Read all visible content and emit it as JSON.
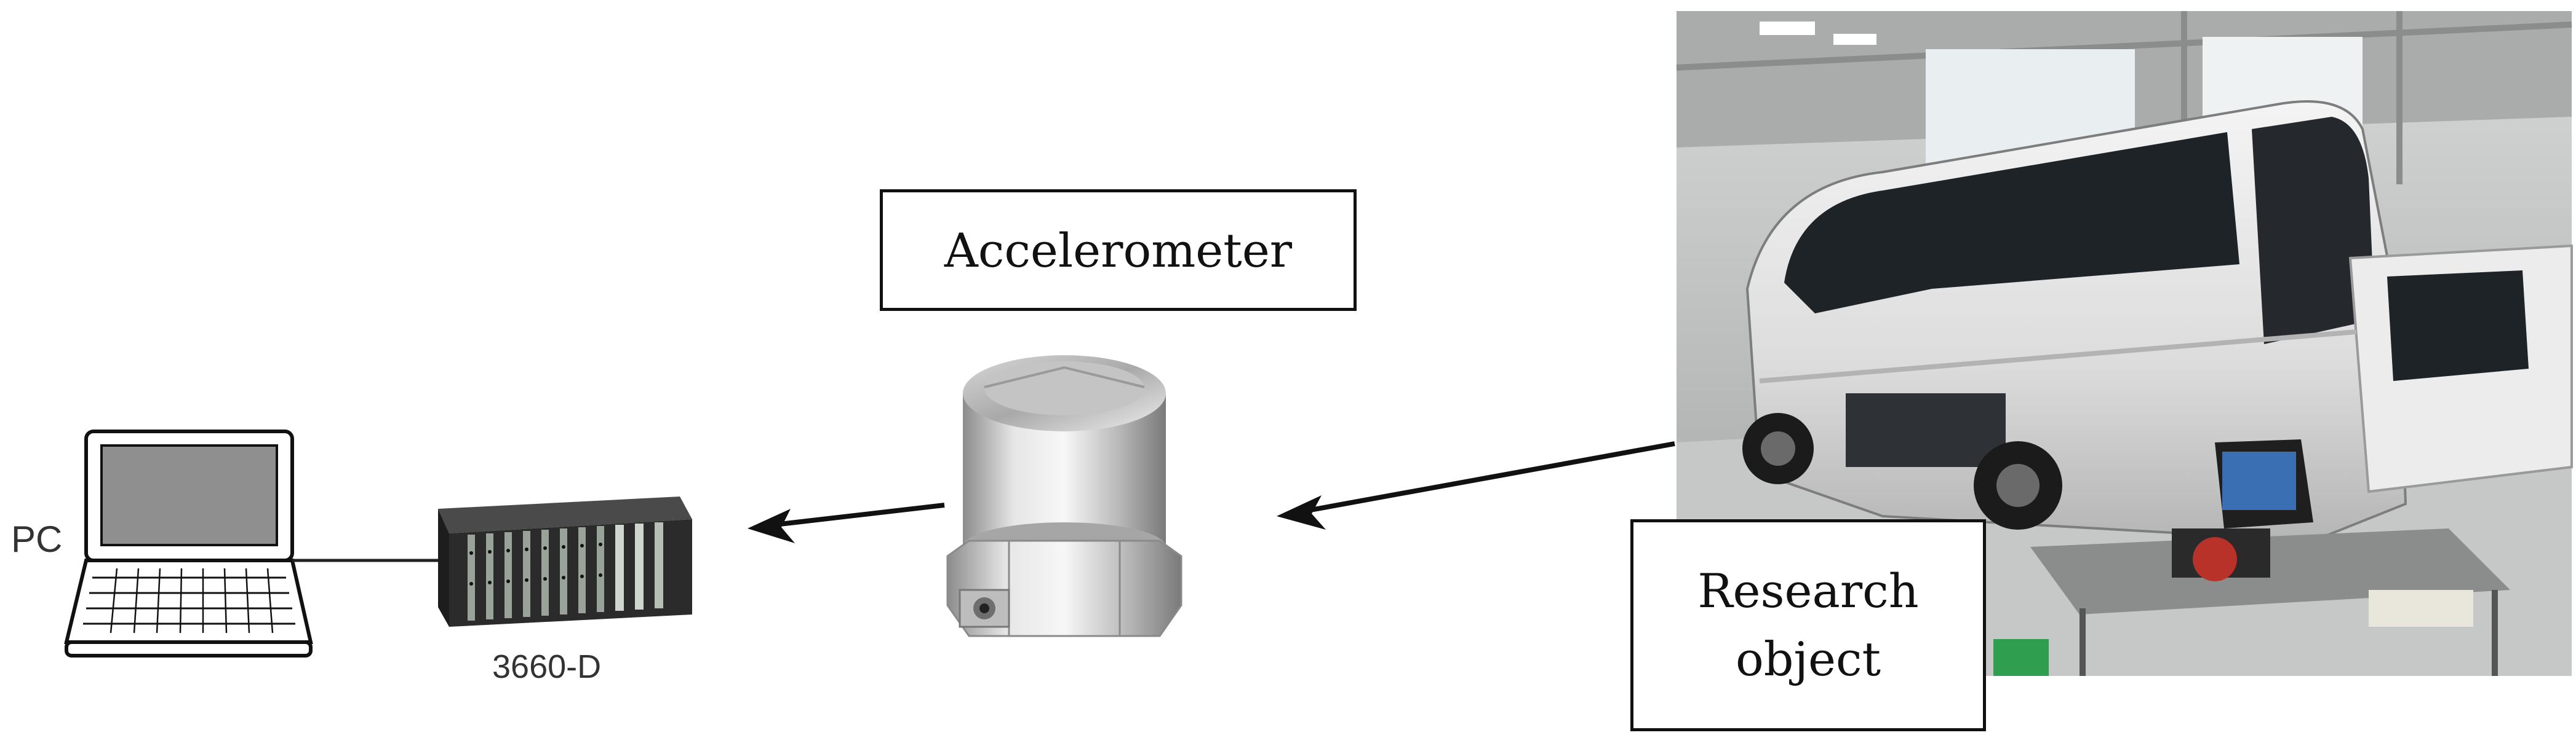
{
  "labels": {
    "pc": "PC",
    "analyzer": "3660-D",
    "accelerometer": "Accelerometer",
    "research_line1": "Research",
    "research_line2": "object"
  },
  "colors": {
    "stroke": "#111111",
    "laptop_screen": "#8f8f8f",
    "analyzer_body": "#2b2b2b",
    "analyzer_slot": "#9aa39a",
    "sensor_metal": "#c9c9c9",
    "bus_body": "#e9e9e9",
    "bus_window": "#1e2328",
    "hall_floor": "#cfcfcf"
  },
  "icons": [
    "laptop-icon",
    "analyzer-icon",
    "accelerometer-icon",
    "bus-photo",
    "arrow-icon"
  ]
}
